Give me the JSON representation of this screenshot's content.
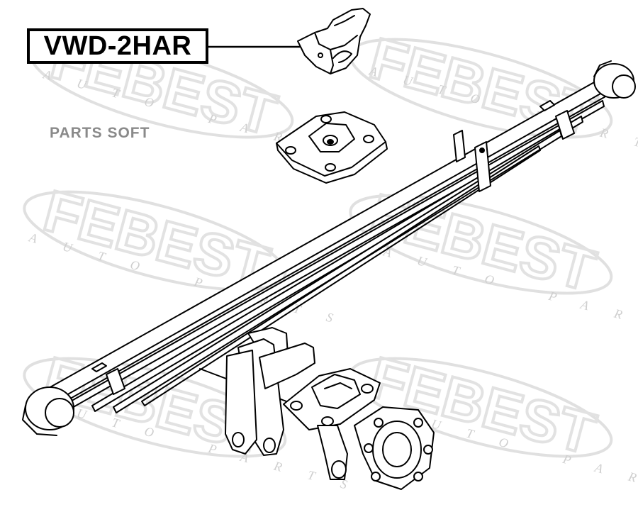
{
  "diagram": {
    "part_number": "VWD-2HAR",
    "source_watermark": "PARTS SOFT",
    "brand_watermark": {
      "logo_text": "FEBEST",
      "tagline": "AUTO PARTS"
    },
    "colors": {
      "line": "#000000",
      "watermark": "#e2e2e2",
      "watermark_text": "#8a8a8a",
      "background": "#ffffff"
    },
    "parts": [
      "bump-stop-rubber",
      "spring-seat-plate",
      "leaf-spring",
      "axle-housing-with-brackets"
    ]
  }
}
